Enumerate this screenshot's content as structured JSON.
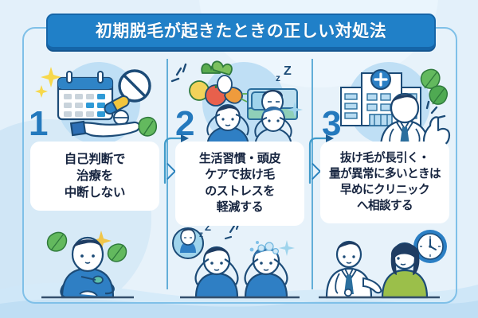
{
  "title": {
    "text": "初期脱毛が起きたときの正しい対処法",
    "banner_bg": "#2080c8",
    "banner_border": "#1565a8",
    "text_color": "#ffffff"
  },
  "theme": {
    "page_bg": "#e3f0fa",
    "frame_border": "#7fc0e8",
    "number_color": "#2479bd",
    "card_bg": "#ffffff",
    "card_text": "#16243f",
    "divider": "#63aed8",
    "accent_blue": "#2b82bd",
    "leaf_green": "#5bb85c",
    "sparkle_yellow": "#f7d84b",
    "skin": "#ffffff",
    "shirt_blue": "#2f7fc4",
    "hair_navy": "#1f3d63",
    "coat_white": "#ffffff",
    "woman_top_green": "#9bbf4a"
  },
  "steps": [
    {
      "number": "1",
      "lines": [
        "自己判断で",
        "治療を",
        "中断しない"
      ],
      "hero_icons": [
        "calendar-icon",
        "hand-with-pills-icon",
        "no-entry-icon",
        "sparkle-icon",
        "leaf-icon"
      ],
      "bottom_icons": [
        "person-taking-medicine-icon",
        "leaf-icon",
        "sparkle-icon"
      ]
    },
    {
      "number": "2",
      "lines": [
        "生活習慣・頭皮",
        "ケアで抜け毛",
        "のストレスを",
        "軽減する"
      ],
      "hero_icons": [
        "vegetables-icon",
        "sleeping-person-icon",
        "zzz-icon",
        "person-head-stress-icon"
      ],
      "bottom_icons": [
        "sleep-bubble-icon",
        "zzz-icon",
        "person-hair-loss-icon",
        "person-scalp-care-icon",
        "sparkle-icon"
      ]
    },
    {
      "number": "3",
      "lines": [
        "抜け毛が長引く・",
        "量が異常に多いときは",
        "早めにクリニック",
        "へ相談する"
      ],
      "hero_icons": [
        "hospital-icon",
        "medical-cross-icon",
        "doctor-icon",
        "pointing-hand-icon",
        "leaf-icon"
      ],
      "bottom_icons": [
        "doctor-consultation-icon",
        "patient-woman-icon",
        "wall-clock-icon"
      ]
    }
  ],
  "connectors": [
    {
      "name": "arrow-step1-to-step2",
      "direction": "right"
    },
    {
      "name": "arrow-step2-to-step3",
      "direction": "right"
    }
  ]
}
